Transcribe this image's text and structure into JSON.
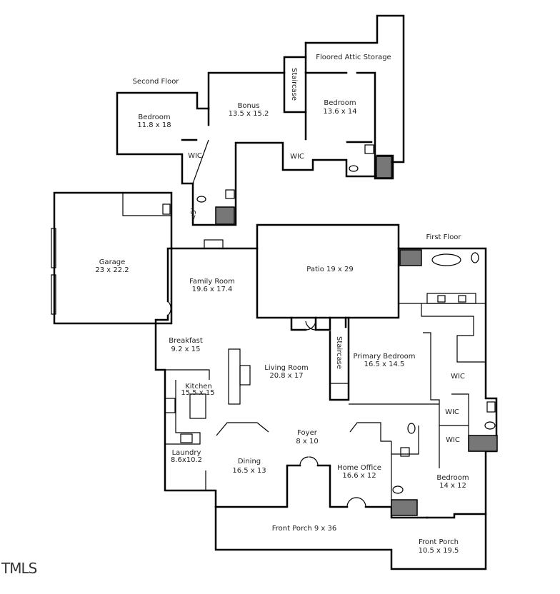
{
  "floors": {
    "second_floor_title": "Second Floor",
    "first_floor_title": "First Floor"
  },
  "rooms": {
    "attic": {
      "name": "Floored Attic Storage"
    },
    "bonus": {
      "name": "Bonus",
      "dims": "13.5 x 15.2"
    },
    "bedroom_2a": {
      "name": "Bedroom",
      "dims": "11.8 x 18"
    },
    "bedroom_2b": {
      "name": "Bedroom",
      "dims": "13.6 x 14"
    },
    "staircase_2": {
      "name": "Staircase"
    },
    "wic_2a": {
      "name": "WIC"
    },
    "wic_2b": {
      "name": "WIC"
    },
    "shower_note": {
      "name": "<5'"
    },
    "garage": {
      "name": "Garage",
      "dims": "23 x 22.2"
    },
    "family": {
      "name": "Family Room",
      "dims": "19.6 x 17.4"
    },
    "patio": {
      "name": "Patio 19 x 29"
    },
    "breakfast": {
      "name": "Breakfast",
      "dims": "9.2 x 15"
    },
    "living": {
      "name": "Living Room",
      "dims": "20.8 x 17"
    },
    "staircase_1": {
      "name": "Staircase"
    },
    "primary": {
      "name": "Primary Bedroom",
      "dims": "16.5 x 14.5"
    },
    "kitchen": {
      "name": "Kitchen",
      "dims": "15.5 x 15"
    },
    "wic_1a": {
      "name": "WIC"
    },
    "wic_1b": {
      "name": "WIC"
    },
    "wic_1c": {
      "name": "WIC"
    },
    "foyer": {
      "name": "Foyer",
      "dims": "8 x 10"
    },
    "laundry": {
      "name": "Laundry",
      "dims": "8.6x10.2"
    },
    "dining": {
      "name": "Dining",
      "dims": "16.5 x 13"
    },
    "office": {
      "name": "Home Office",
      "dims": "16.6 x 12"
    },
    "bedroom_1": {
      "name": "Bedroom",
      "dims": "14 x 12"
    },
    "porch_1": {
      "name": "Front Porch 9 x 36"
    },
    "porch_2": {
      "name": "Front Porch",
      "dims": "10.5 x 19.5"
    }
  },
  "logo": "TMLS"
}
